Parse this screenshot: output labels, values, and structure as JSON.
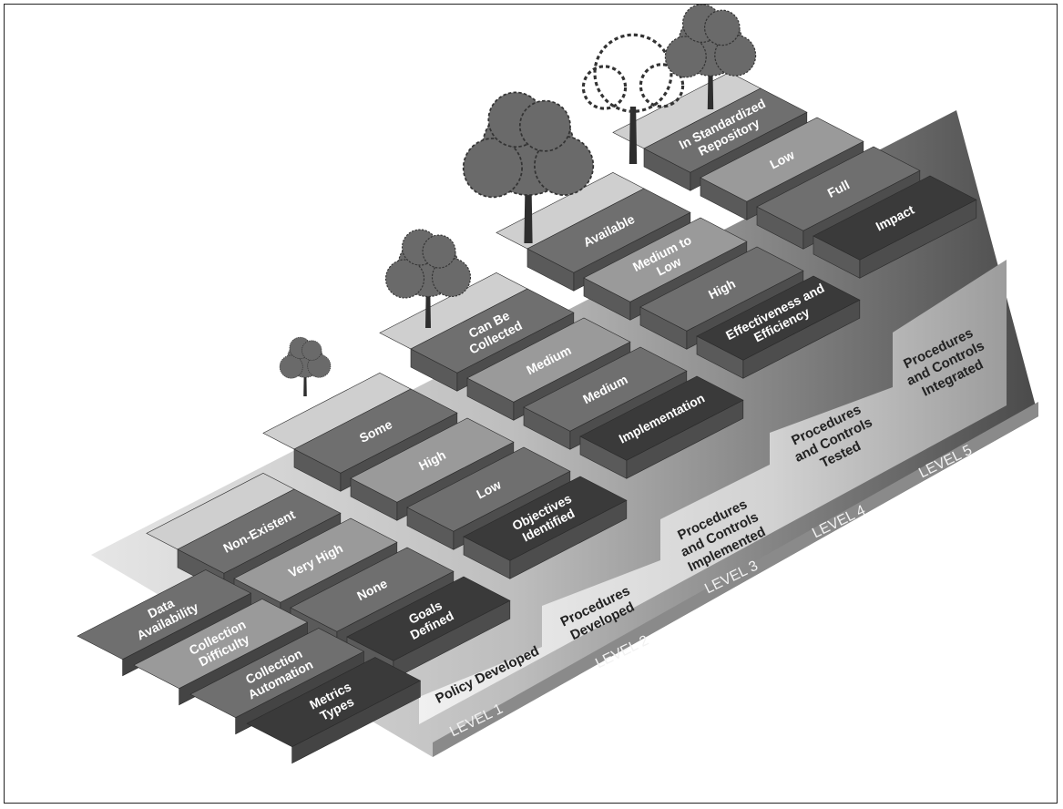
{
  "rows": {
    "data_availability": [
      "Non-Existent",
      "Some",
      "Can Be Collected",
      "Available",
      "In Standardized Repository"
    ],
    "collection_difficulty": [
      "Very High",
      "High",
      "Medium",
      "Medium to Low",
      "Low"
    ],
    "collection_automation": [
      "None",
      "Low",
      "Medium",
      "High",
      "Full"
    ],
    "metrics_types": [
      "Goals Defined",
      "Objectives Identified",
      "Implementation",
      "Effectiveness and Efficiency",
      "Impact"
    ]
  },
  "row_labels": [
    "Data Availability",
    "Collection Difficulty",
    "Collection Automation",
    "Metrics Types"
  ],
  "levels": [
    "LEVEL 1",
    "LEVEL 2",
    "LEVEL 3",
    "LEVEL 4",
    "LEVEL 5"
  ],
  "level_descriptions": [
    "Policy Developed",
    "Procedures Developed",
    "Procedures and Controls Implemented",
    "Procedures and Controls Tested",
    "Procedures and Controls Integrated"
  ],
  "colors": {
    "dark": "#3a3a3a",
    "mid": "#6f6f6f",
    "light": "#9a9a9a",
    "pale": "#cfcfcf",
    "base": "#d9d9d9"
  }
}
